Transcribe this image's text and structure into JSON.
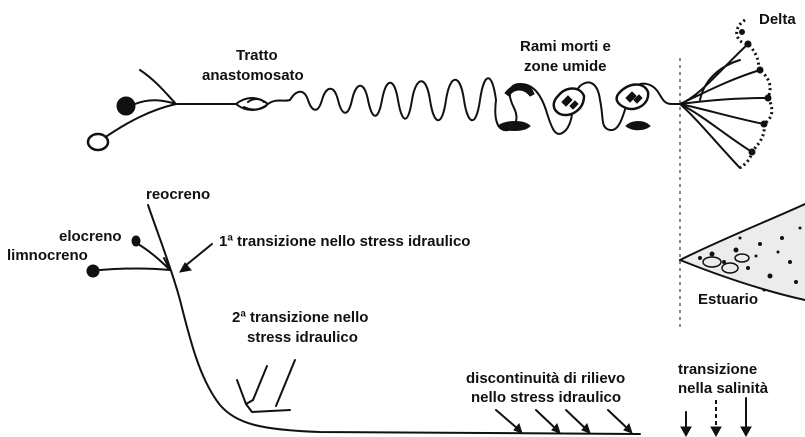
{
  "top_diagram": {
    "labels": {
      "tratto_line1": "Tratto",
      "tratto_line2": "anastomosato",
      "rami_line1": "Rami morti e",
      "rami_line2": "zone umide",
      "delta": "Delta"
    }
  },
  "bottom_diagram": {
    "labels": {
      "reocreno": "reocreno",
      "elocreno": "elocreno",
      "limnocreno": "limnocreno",
      "transition1": "1ª transizione nello stress idraulico",
      "transition2_line1": "2ª transizione nello",
      "transition2_line2": "stress idraulico",
      "discontinuity_line1": "discontinuità di rilievo",
      "discontinuity_line2": "nello stress idraulico",
      "salinity_line1": "transizione",
      "salinity_line2": "nella salinità",
      "estuario": "Estuario"
    }
  },
  "colors": {
    "ink": "#111111",
    "background": "#ffffff"
  }
}
